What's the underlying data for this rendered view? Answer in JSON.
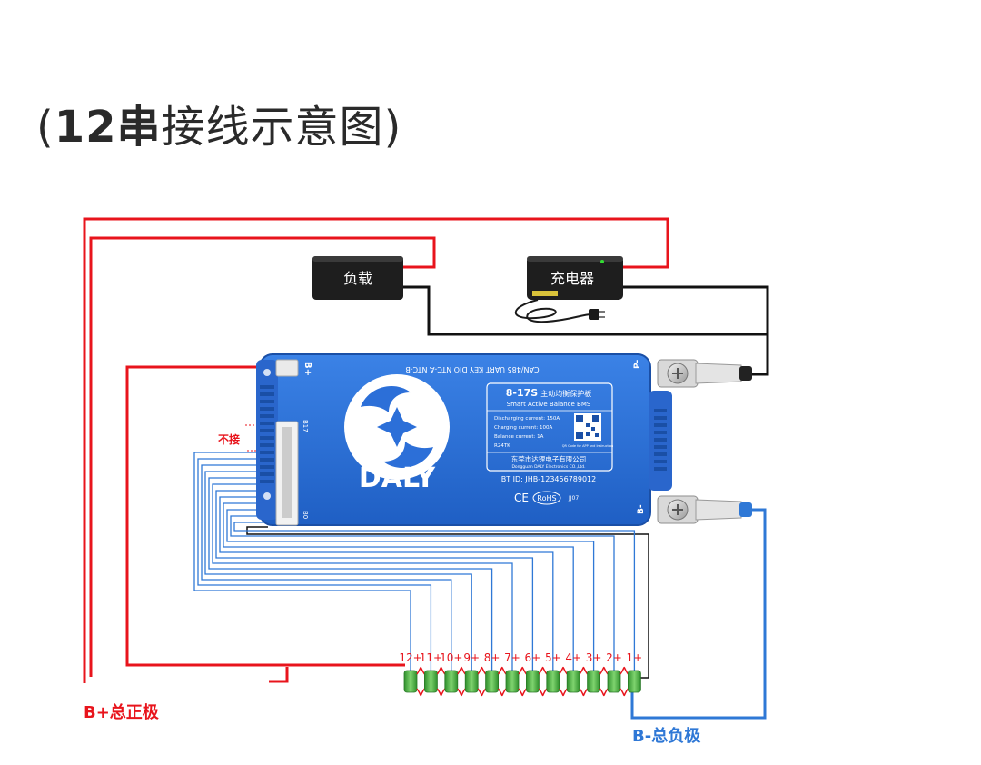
{
  "title": {
    "open_paren": "(",
    "count": "12串",
    "rest": "接线示意图",
    "close_paren": ")"
  },
  "devices": {
    "load_label": "负载",
    "charger_label": "充电器"
  },
  "bms": {
    "brand": "DALY",
    "model": "8-17S",
    "model_cn": "主动均衡保护板",
    "model_en": "Smart Active Balance BMS",
    "specs": [
      "Discharging current: 150A",
      "Charging current: 100A",
      "Balance current: 1A",
      "R24TK"
    ],
    "qr_caption": "QR Code for APP and Instruction",
    "company_cn": "东莞市达锂电子有限公司",
    "company_en": "Dongguan DALY Electronics CO.,Ltd.",
    "bt_id": "BT ID: JHB-123456789012",
    "cert": "CE",
    "rohs": "RoHS",
    "code": "JJ07",
    "header_labels": "CAN/485  UART  KEY  DIO  NTC-A  NTC-B",
    "b_plus_port": "B+",
    "b17": "B17",
    "b0": "B0",
    "p_minus": "P-",
    "b_minus": "B-"
  },
  "not_connected": "不接",
  "cell_labels": [
    "12+",
    "11+",
    "10+",
    "9+",
    "8+",
    "7+",
    "6+",
    "5+",
    "4+",
    "3+",
    "2+",
    "1+"
  ],
  "b_plus_total": "B+总正极",
  "b_minus_total": "B-总负极",
  "colors": {
    "red_wire": "#e8141c",
    "black_wire": "#111111",
    "blue_wire": "#2f78d6",
    "bms_blue": "#2c6fd8",
    "cell_green": "#4cb848"
  }
}
